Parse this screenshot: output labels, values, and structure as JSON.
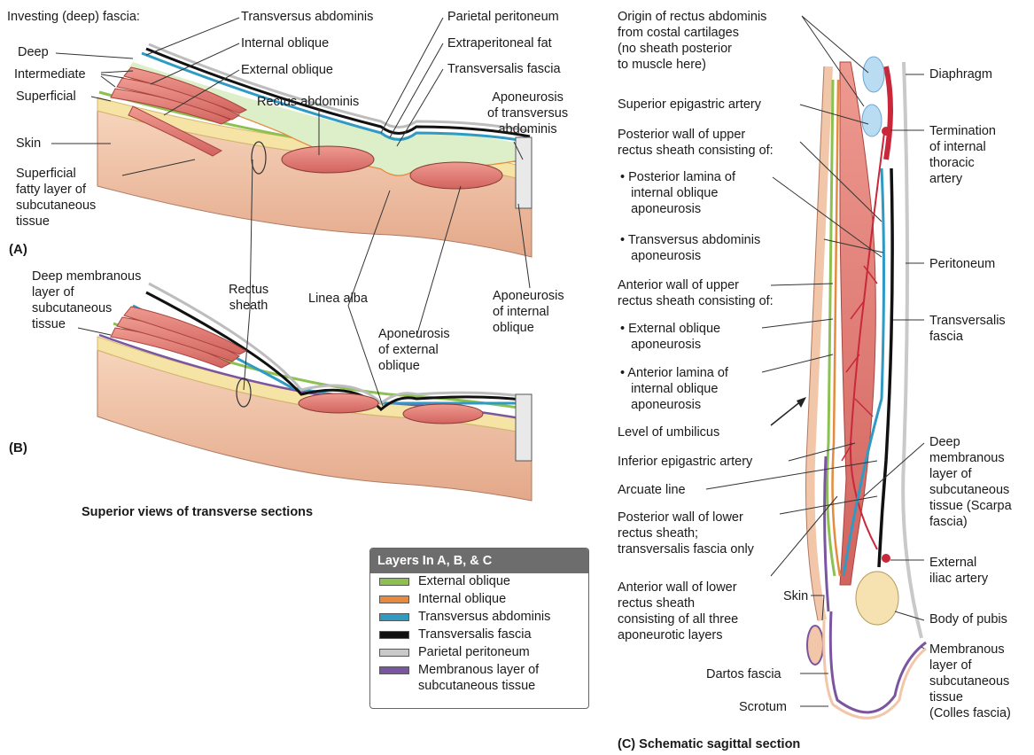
{
  "panel_a": {
    "tag": "(A)",
    "labels": {
      "investing": "Investing (deep) fascia:",
      "deep": "Deep",
      "intermediate": "Intermediate",
      "superficial": "Superficial",
      "skin": "Skin",
      "fatty_layer": "Superficial\nfatty layer of\nsubcutaneous\ntissue",
      "transversus": "Transversus abdominis",
      "internal_oblique": "Internal oblique",
      "external_oblique": "External oblique",
      "rectus": "Rectus abdominis",
      "parietal_peritoneum": "Parietal peritoneum",
      "extraperitoneal_fat": "Extraperitoneal fat",
      "transversalis_fascia": "Transversalis fascia",
      "aponeurosis_transversus": "Aponeurosis\nof transversus\nabdominis"
    }
  },
  "panel_b": {
    "tag": "(B)",
    "labels": {
      "deep_membranous": "Deep membranous\nlayer of\nsubcutaneous\ntissue",
      "rectus_sheath": "Rectus\nsheath",
      "linea_alba": "Linea alba",
      "aponeurosis_external": "Aponeurosis\nof external\noblique",
      "aponeurosis_internal": "Aponeurosis\nof internal\noblique"
    },
    "caption": "Superior views of transverse sections"
  },
  "panel_c": {
    "caption": "(C) Schematic sagittal section",
    "left_labels": {
      "origin": "Origin of rectus abdominis\nfrom costal cartilages\n(no sheath posterior\nto muscle here)",
      "superior_epigastric": "Superior epigastric artery",
      "posterior_upper": "Posterior wall of upper\nrectus sheath consisting of:",
      "posterior_lamina": "• Posterior lamina of\n   internal oblique\n   aponeurosis",
      "transversus_aponeurosis": "• Transversus abdominis\n   aponeurosis",
      "anterior_upper": "Anterior wall of upper\nrectus sheath consisting of:",
      "external_aponeurosis": "• External oblique\n   aponeurosis",
      "anterior_lamina": "• Anterior lamina of\n   internal oblique\n   aponeurosis",
      "umbilicus": "Level of umbilicus",
      "inferior_epigastric": "Inferior epigastric artery",
      "arcuate": "Arcuate line",
      "posterior_lower": "Posterior wall of lower\nrectus sheath;\ntransversalis fascia only",
      "anterior_lower": "Anterior wall of lower\nrectus sheath\nconsisting of all three\naponeurotic layers",
      "skin": "Skin",
      "dartos": "Dartos fascia",
      "scrotum": "Scrotum"
    },
    "right_labels": {
      "diaphragm": "Diaphragm",
      "termination": "Termination\nof internal\nthoracic\nartery",
      "peritoneum": "Peritoneum",
      "transversalis": "Transversalis\nfascia",
      "deep_membranous": "Deep\nmembranous\nlayer of\nsubcutaneous\ntissue (Scarpa\nfascia)",
      "external_iliac": "External\niliac artery",
      "pubis": "Body of pubis",
      "membranous_colles": "Membranous\nlayer of\nsubcutaneous\ntissue\n(Colles fascia)"
    }
  },
  "legend": {
    "title": "Layers In A, B, & C",
    "items": [
      {
        "label": "External oblique",
        "color": "#8cc152"
      },
      {
        "label": "Internal oblique",
        "color": "#e58a3e"
      },
      {
        "label": "Transversus abdominis",
        "color": "#2f9ac4"
      },
      {
        "label": "Transversalis fascia",
        "color": "#111111"
      },
      {
        "label": "Parietal peritoneum",
        "color": "#c9c9c9"
      },
      {
        "label": "Membranous layer of\nsubcutaneous tissue",
        "color": "#7a55a0"
      }
    ]
  },
  "colors": {
    "skin": "#f2c6a8",
    "fat": "#f6e3a6",
    "muscle": "#e8837b",
    "muscle_dark": "#c85a55",
    "external_oblique": "#8cc152",
    "internal_oblique": "#e58a3e",
    "transversus": "#2f9ac4",
    "fascia": "#111111",
    "peritoneum": "#c9c9c9",
    "membranous": "#7a55a0",
    "artery": "#c8283a",
    "bone": "#f6e2b0",
    "cartilage": "#b9dcf3"
  }
}
